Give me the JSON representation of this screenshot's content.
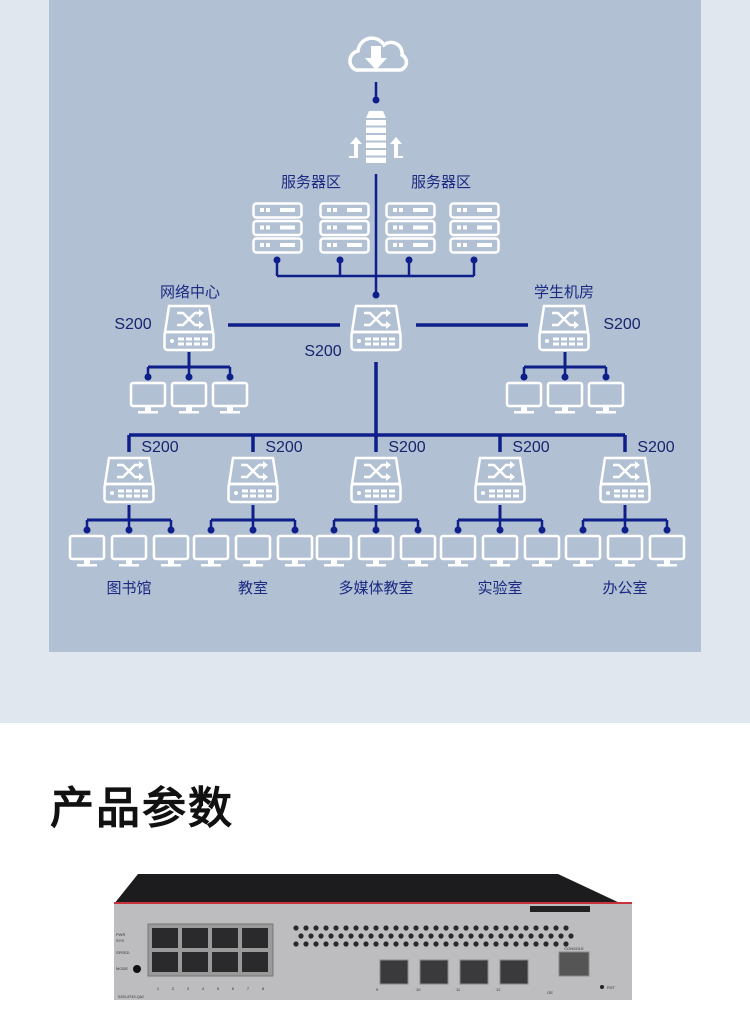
{
  "diagram": {
    "server_zone_labels": [
      "服务器区",
      "服务器区"
    ],
    "left_zone": {
      "label": "网络中心",
      "model": "S200"
    },
    "center_switch": {
      "model": "S200"
    },
    "right_zone": {
      "label": "学生机房",
      "model": "S200"
    },
    "access_switches": [
      {
        "model": "S200",
        "label": "图书馆"
      },
      {
        "model": "S200",
        "label": "教室"
      },
      {
        "model": "S200",
        "label": "多媒体教室"
      },
      {
        "model": "S200",
        "label": "实验室"
      },
      {
        "model": "S200",
        "label": "办公室"
      }
    ],
    "line_color": "#0f1f8a",
    "icon_color": "#ffffff"
  },
  "section": {
    "title": "产品参数"
  },
  "device": {
    "leds": [
      "PWR",
      "SYS",
      "SPEED",
      "MODE"
    ],
    "port_numbers": [
      "1",
      "2",
      "3",
      "4",
      "5",
      "6",
      "7",
      "8"
    ],
    "sfp_numbers": [
      "9",
      "10",
      "11",
      "12"
    ],
    "sfp_group": "GE",
    "console": "CONSOLE",
    "reset": "RST",
    "model_label": "S200-8T4S-QA2"
  }
}
